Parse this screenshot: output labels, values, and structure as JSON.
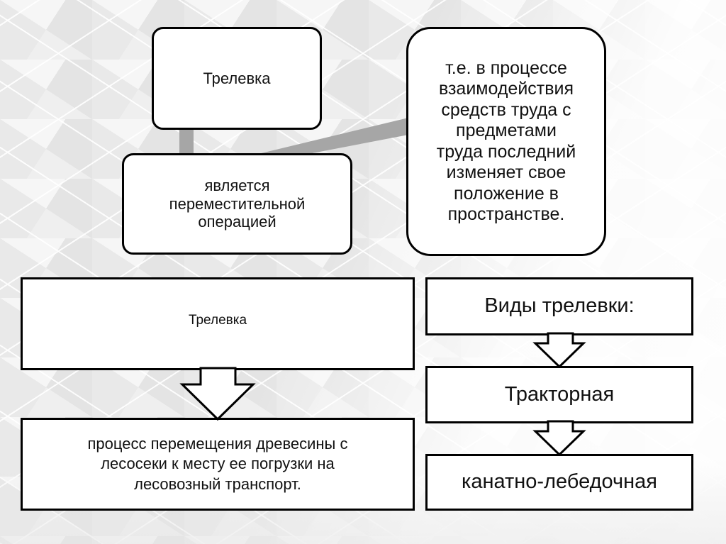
{
  "diagram": {
    "top_box": {
      "label": "Трелевка"
    },
    "middle_box": {
      "label": "является\nпереместительной\nоперацией"
    },
    "right_note": {
      "label": "т.е. в процессе\nвзаимодействия\nсредств труда с\nпредметами\nтруда последний\nизменяет свое\nположение в\nпространстве."
    },
    "definition_flow": {
      "term": "Трелевка",
      "definition": "процесс перемещения древесины с\nлесосеки к месту ее погрузки на\nлесовозный транспорт."
    },
    "types_flow": {
      "heading": "Виды трелевки:",
      "items": [
        "Тракторная",
        "канатно-лебедочная"
      ]
    },
    "colors": {
      "box_fill": "#ffffff",
      "box_border": "#000000",
      "connector": "#a6a6a6",
      "background": "#f3f3f3"
    }
  }
}
